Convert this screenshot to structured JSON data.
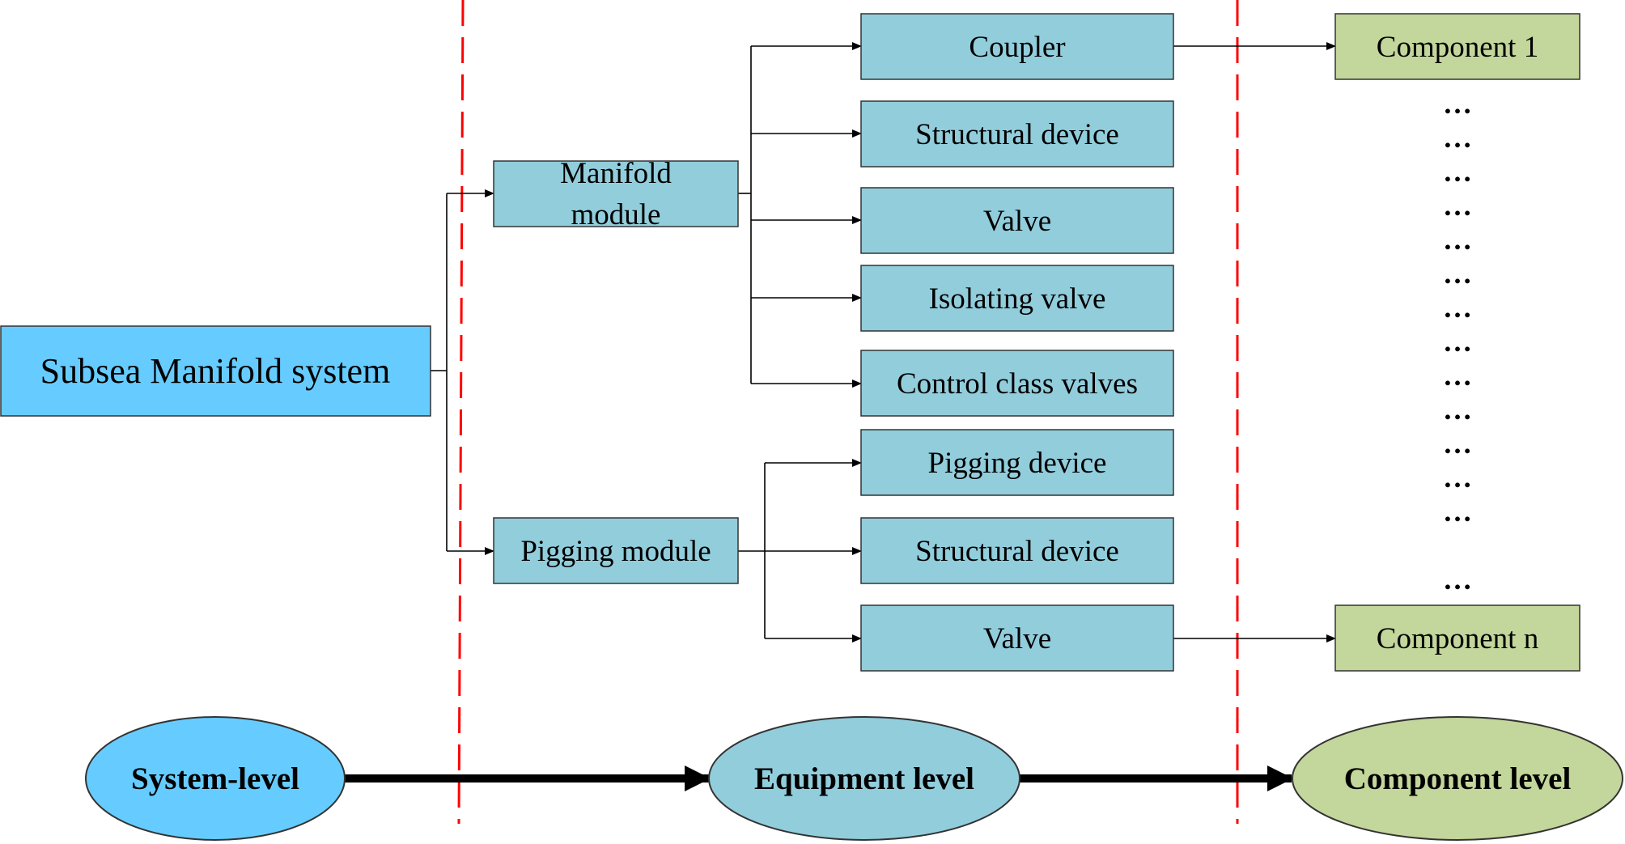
{
  "colors": {
    "system": "#66CCFF",
    "equipment": "#92CDDC",
    "component": "#C3D69B",
    "divider": "#FF0000",
    "connector": "#000000"
  },
  "system": {
    "root_label": "Subsea Manifold system"
  },
  "modules": {
    "manifold_line1": "Manifold",
    "manifold_line2": "module",
    "pigging": "Pigging module"
  },
  "equipment": {
    "coupler": "Coupler",
    "structural_device_1": "Structural device",
    "valve_1": "Valve",
    "isolating_valve": "Isolating valve",
    "control_class_valves": "Control class valves",
    "pigging_device": "Pigging device",
    "structural_device_2": "Structural device",
    "valve_2": "Valve"
  },
  "components": {
    "first": "Component 1",
    "last": "Component n",
    "ellipsis": [
      "…",
      "…",
      "…",
      "…",
      "…",
      "…",
      "…",
      "…",
      "…",
      "…",
      "…",
      "…",
      "…",
      "…"
    ]
  },
  "levels": {
    "system": "System-level",
    "equipment": "Equipment level",
    "component": "Component level"
  }
}
